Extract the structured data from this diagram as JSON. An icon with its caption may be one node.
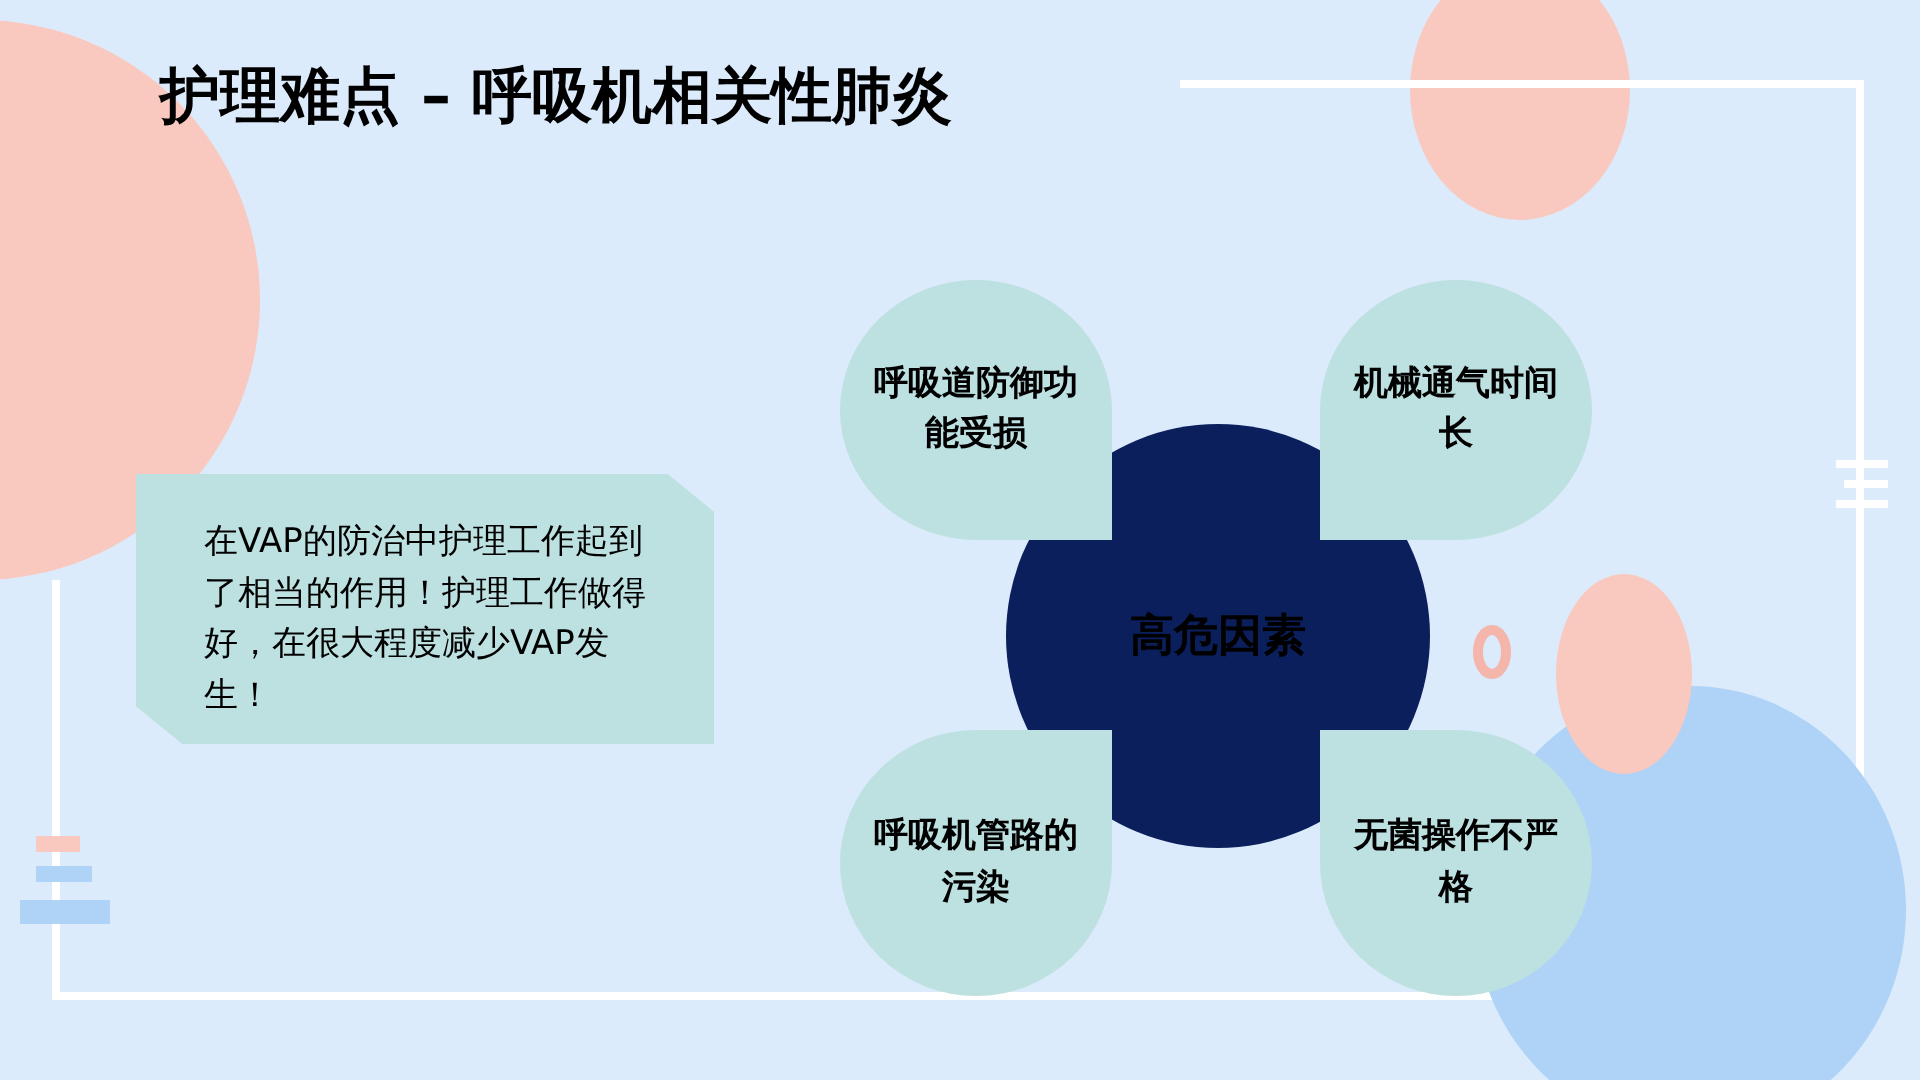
{
  "diagram": {
    "title": "护理难点 – 呼吸机相关性肺炎",
    "nodes": [
      {
        "text": [
          "在VAP的防治中护理工作起到了相当的作用！护理工作做得好，在很大程度减少VAP发生！"
        ]
      },
      {
        "text": [
          "高危因素"
        ]
      },
      {
        "text": [
          "呼吸道防御功能受损"
        ]
      },
      {
        "text": [
          "机械通气时间长"
        ]
      },
      {
        "text": [
          "呼吸机管路的污染"
        ]
      },
      {
        "text": [
          "无菌操作不严格"
        ]
      }
    ]
  }
}
